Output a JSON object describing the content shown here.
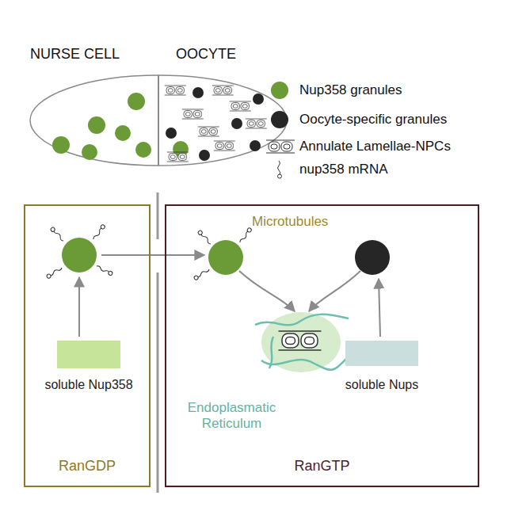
{
  "diagram": {
    "nodes": [
      {
        "text": [
          "RanGDP"
        ]
      },
      {
        "text": [
          "soluble Nup358"
        ],
        "in": 0
      },
      {
        "text": [
          "RanGTP"
        ]
      },
      {
        "text": [
          "soluble Nups"
        ],
        "in": 2
      },
      {
        "text": [
          "Endoplasmatic Reticulum"
        ],
        "in": 2
      }
    ],
    "labels": [
      "NURSE CELL",
      "OOCYTE",
      "Microtubules"
    ],
    "legend": [
      {
        "text": "Nup358 granules",
        "color": "#6b9b37"
      },
      {
        "text": "Oocyte-specific granules",
        "color": "#262626"
      },
      {
        "text": "Annulate Lamellae-NPCs"
      },
      {
        "text": "nup358 mRNA"
      }
    ]
  }
}
